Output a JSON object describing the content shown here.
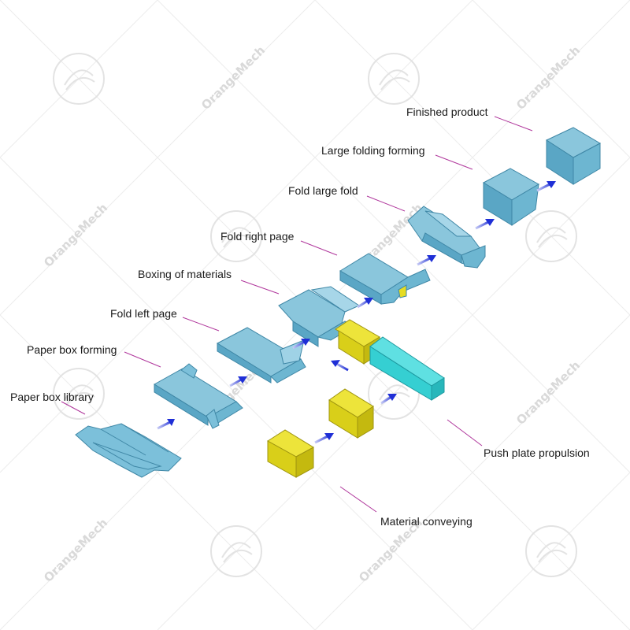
{
  "labels": {
    "finished_product": "Finished product",
    "large_folding_forming": "Large folding forming",
    "fold_large_fold": "Fold large fold",
    "fold_right_page": "Fold right page",
    "boxing_of_materials": "Boxing of materials",
    "fold_left_page": "Fold left page",
    "paper_box_forming": "Paper box forming",
    "paper_box_library": "Paper box library",
    "push_plate_propulsion": "Push plate propulsion",
    "material_conveying": "Material conveying"
  },
  "watermark": {
    "text": "OrangeMech"
  },
  "colors": {
    "carton": "#6fb8d4",
    "carton_dark": "#4f9dbd",
    "material": "#e6dc22",
    "material_dark": "#b9ae10",
    "pusher": "#35cfd2",
    "arrow": "#1f2fd6",
    "leader": "#b0379c"
  }
}
